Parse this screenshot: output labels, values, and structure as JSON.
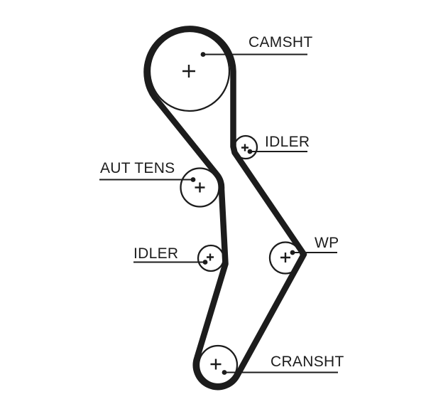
{
  "diagram": {
    "background_color": "#ffffff",
    "line_color": "#1c1c1c",
    "labels": {
      "camshaft": "CAMSHT",
      "idler_upper": "IDLER",
      "tensioner": "AUT TENS",
      "idler_lower": "IDLER",
      "water_pump": "WP",
      "crankshaft": "CRANSHT"
    },
    "pulleys": [
      {
        "name": "camshaft",
        "label": "CAMSHT",
        "center_mark": "+"
      },
      {
        "name": "idler_upper",
        "label": "IDLER",
        "center_mark": "+"
      },
      {
        "name": "tensioner",
        "label": "AUT TENS",
        "center_mark": "+"
      },
      {
        "name": "idler_lower",
        "label": "IDLER",
        "center_mark": "+"
      },
      {
        "name": "water_pump",
        "label": "WP",
        "center_mark": "+"
      },
      {
        "name": "crankshaft",
        "label": "CRANSHT",
        "center_mark": "+"
      }
    ]
  }
}
